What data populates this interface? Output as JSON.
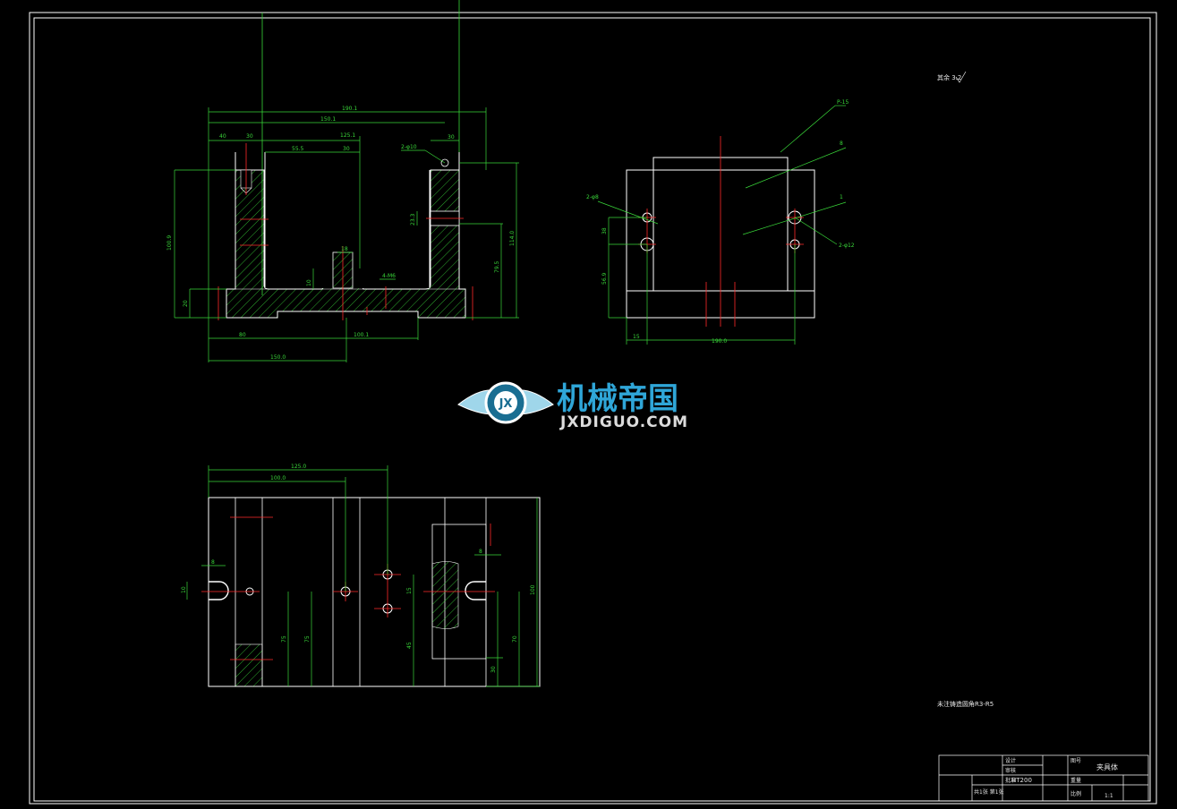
{
  "front_view_dims": {
    "overall_width": "190.1",
    "second_width": "150.1",
    "inner_width": "125.1",
    "left_offset_a": "40",
    "left_offset_b": "30",
    "mid_width": "55.5",
    "slot_width": "30",
    "right_step": "30",
    "hole_label": "2-φ10",
    "height_total": "100.9",
    "height_base": "20",
    "right_h1": "114.0",
    "right_h2": "79.5",
    "right_h3": "23.3",
    "slot_h": "10",
    "boss_w": "18",
    "thread_label": "4-M6",
    "bottom_a": "80",
    "bottom_b": "100.1",
    "bottom_c": "150.0"
  },
  "side_view_labels": {
    "leader_a": "P-15",
    "leader_b": "8",
    "leader_c": "1",
    "hole_callout": "2-φ12",
    "left_callout": "2-φ8",
    "dim_h1": "38",
    "dim_h2": "56.9",
    "dim_w1": "15",
    "dim_w2": "190.0"
  },
  "top_view_dims": {
    "overall": "125.0",
    "sub": "100.0",
    "w_small": "8",
    "h_small": "10",
    "h_1": "75",
    "h_2": "75",
    "h_3": "45",
    "h_4": "15",
    "h_5": "8",
    "h_6": "70",
    "h_7": "100",
    "h_8": "30"
  },
  "roughness_note": "其余 3.2",
  "tech_note": "未注铸造圆角R3-R5",
  "title_block": {
    "part_name": "夹具体",
    "material": "HT200",
    "scale": "1:1",
    "sheet": "共1张 第1张",
    "drawn": "设计",
    "checked": "审核",
    "approved": "批准",
    "weight": "重量",
    "ratio_label": "比例",
    "school": "图号"
  },
  "watermark": {
    "title": "机械帝国",
    "url": "JXDIGUO.COM",
    "badge": "JX"
  },
  "colors": {
    "background": "#000000",
    "outline": "#ffffff",
    "dimension": "#39d639",
    "centerline": "#ff2a2a",
    "hatch": "#39d639",
    "watermark_blue": "#2fa6d8"
  }
}
